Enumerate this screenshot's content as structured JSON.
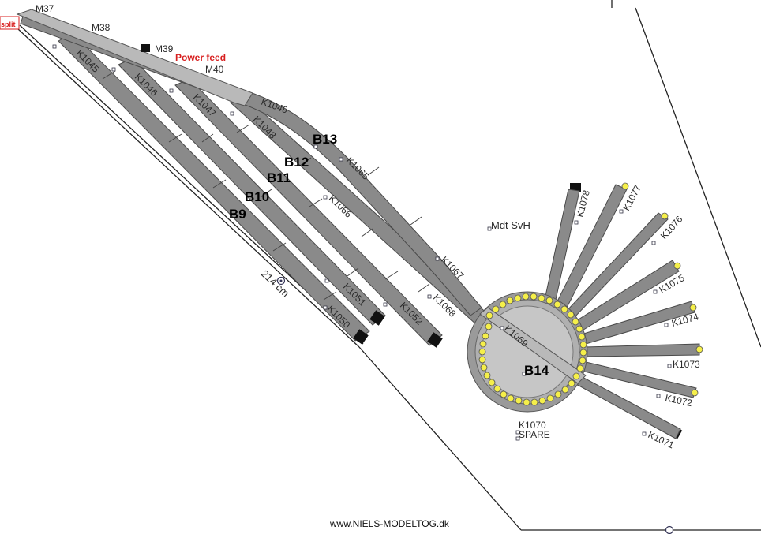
{
  "diagram": {
    "labels": {
      "split": "split",
      "m37": "M37",
      "m38": "M38",
      "m39": "M39",
      "m40": "M40",
      "power_feed": "Power feed",
      "mdt": "Mdt SvH",
      "spare_k": "K1070",
      "spare": "SPARE",
      "footer": "www.NIELS-MODELTOG.dk",
      "dimension": "214 cm"
    },
    "blocks": [
      "B9",
      "B10",
      "B11",
      "B12",
      "B13",
      "B14"
    ],
    "track_labels": [
      "K1045",
      "K1046",
      "K1047",
      "K1048",
      "K1049",
      "K1065",
      "K1066",
      "K1067",
      "K1068",
      "K1069",
      "K1050",
      "K1051",
      "K1052"
    ],
    "turntable_tracks": [
      "K1078",
      "K1077",
      "K1076",
      "K1075",
      "K1074",
      "K1073",
      "K1072",
      "K1071"
    ],
    "colors": {
      "track": "#8a8a8a",
      "track_light": "#b9b9b9",
      "power_feed": "#d81f1f",
      "lamp": "#f5ef4a",
      "bumper": "#111111"
    }
  }
}
